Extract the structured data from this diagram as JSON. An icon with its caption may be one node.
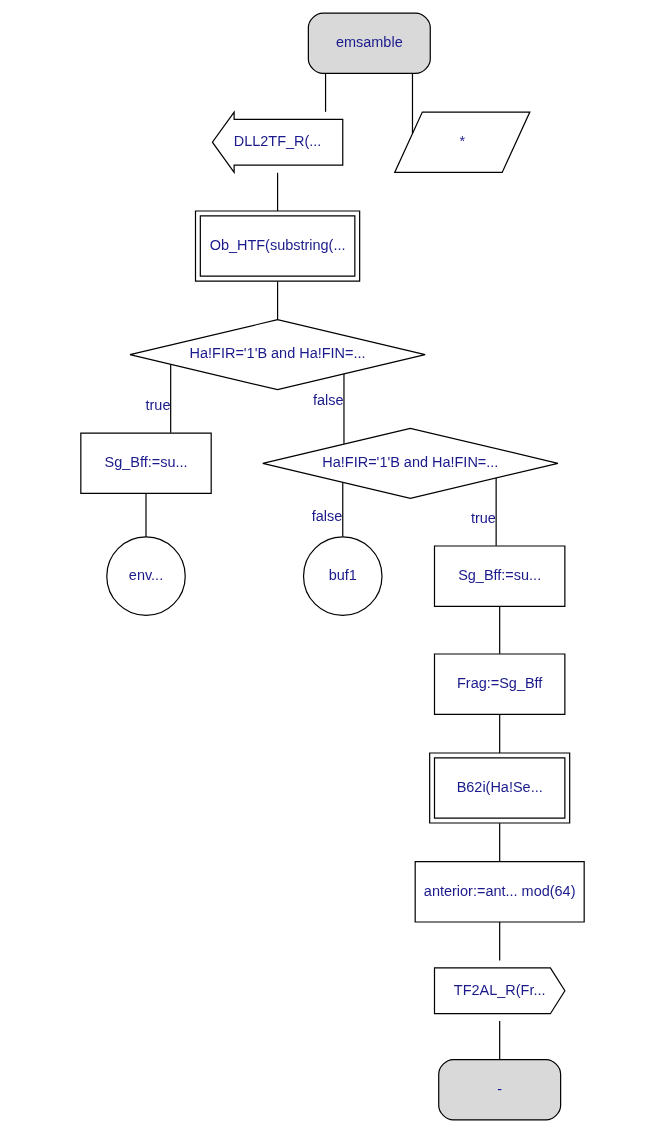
{
  "diagram": {
    "nodes": [
      {
        "text": [
          "emsamble"
        ]
      },
      {
        "text": [
          "DLL2TF_R(..."
        ]
      },
      {
        "text": [
          "*"
        ]
      },
      {
        "text": [
          "Ob_HTF(substring(..."
        ]
      },
      {
        "text": [
          "Ha!FIR='1'B and Ha!FIN=..."
        ]
      },
      {
        "text": [
          "Sg_Bff:=su..."
        ]
      },
      {
        "text": [
          "env..."
        ]
      },
      {
        "text": [
          "Ha!FIR='1'B and Ha!FIN=..."
        ]
      },
      {
        "text": [
          "buf1"
        ]
      },
      {
        "text": [
          "Sg_Bff:=su..."
        ]
      },
      {
        "text": [
          "Frag:=Sg_Bff"
        ]
      },
      {
        "text": [
          "B62i(Ha!Se..."
        ]
      },
      {
        "text": [
          "anterior:=ant... mod(64)"
        ]
      },
      {
        "text": [
          "TF2AL_R(Fr..."
        ]
      },
      {
        "text": [
          "-"
        ]
      }
    ],
    "edges": [
      {
        "from": 0,
        "to": 1,
        "arrow": "none"
      },
      {
        "from": 0,
        "to": 2,
        "arrow": "none"
      },
      {
        "from": 1,
        "to": 3,
        "arrow": "none"
      },
      {
        "from": 3,
        "to": 4,
        "arrow": "none"
      },
      {
        "from": 4,
        "to": 5,
        "label": "true",
        "arrow": "none"
      },
      {
        "from": 5,
        "to": 6,
        "arrow": "none"
      },
      {
        "from": 4,
        "to": 7,
        "label": "false",
        "arrow": "none"
      },
      {
        "from": 7,
        "to": 9,
        "label": "true",
        "arrow": "none"
      },
      {
        "from": 7,
        "to": 8,
        "label": "false",
        "arrow": "none"
      },
      {
        "from": 9,
        "to": 10,
        "arrow": "none"
      },
      {
        "from": 10,
        "to": 11,
        "arrow": "none"
      },
      {
        "from": 11,
        "to": 12,
        "arrow": "none"
      },
      {
        "from": 12,
        "to": 13,
        "arrow": "none"
      },
      {
        "from": 13,
        "to": 14,
        "arrow": "none"
      }
    ]
  }
}
